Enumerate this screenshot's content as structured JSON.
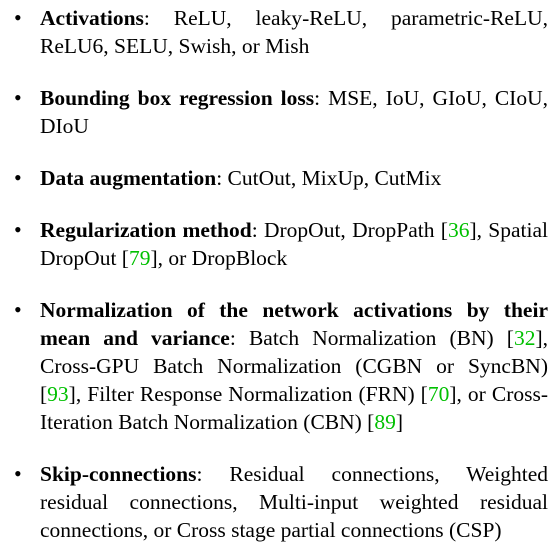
{
  "items": [
    {
      "term": "Activations",
      "parts": [
        {
          "text": ": ReLU, leaky-ReLU, parametric-ReLU, ReLU6, SELU, Swish, or Mish"
        }
      ]
    },
    {
      "term": "Bounding box regression loss",
      "parts": [
        {
          "text": ": MSE, IoU, GIoU, CIoU, DIoU"
        }
      ]
    },
    {
      "term": "Data augmentation",
      "parts": [
        {
          "text": ": CutOut, MixUp, CutMix"
        }
      ]
    },
    {
      "term": "Regularization method",
      "parts": [
        {
          "text": ": DropOut, DropPath ["
        },
        {
          "ref": "36"
        },
        {
          "text": "], Spatial DropOut ["
        },
        {
          "ref": "79"
        },
        {
          "text": "], or DropBlock"
        }
      ]
    },
    {
      "term": "Normalization of the network activations by their mean and variance",
      "parts": [
        {
          "text": ": Batch Normalization (BN) ["
        },
        {
          "ref": "32"
        },
        {
          "text": "], Cross-GPU Batch Normalization (CGBN or SyncBN) ["
        },
        {
          "ref": "93"
        },
        {
          "text": "], Filter Response Normalization (FRN) ["
        },
        {
          "ref": "70"
        },
        {
          "text": "], or Cross-Iteration Batch Normalization (CBN) ["
        },
        {
          "ref": "89"
        },
        {
          "text": "]"
        }
      ]
    },
    {
      "term": "Skip-connections",
      "parts": [
        {
          "text": ": Residual connections, Weighted residual connections, Multi-input weighted residual connections, or Cross stage partial connections (CSP)"
        }
      ]
    }
  ],
  "bullet": "•",
  "colors": {
    "text": "#000000",
    "citation": "#00c000"
  }
}
